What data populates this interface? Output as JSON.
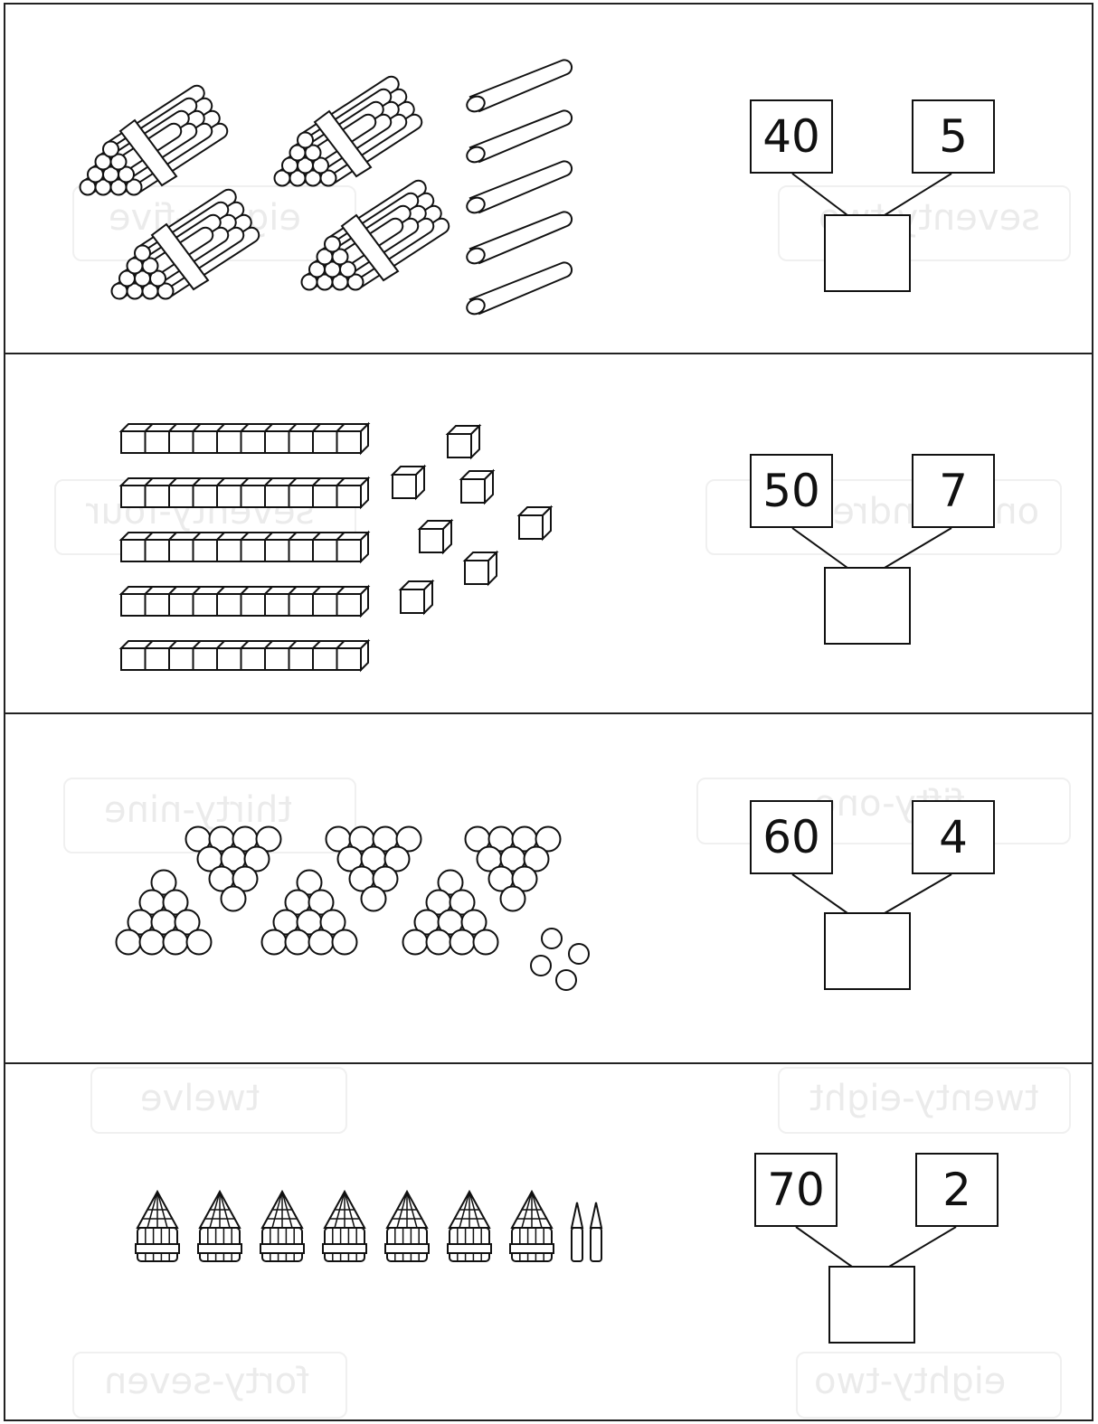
{
  "background_words": [
    "seventy-two",
    "eighty-five",
    "one hundred",
    "seventy-four",
    "fifty-one",
    "thirty-nine",
    "twenty-eight",
    "twelve",
    "eighty-two",
    "forty-seven"
  ],
  "rows": [
    {
      "tens_value": "40",
      "ones_value": "5",
      "answer": "",
      "tens_count": 4,
      "ones_count": 5,
      "picture": "bundles of sticks"
    },
    {
      "tens_value": "50",
      "ones_value": "7",
      "answer": "",
      "tens_count": 5,
      "ones_count": 7,
      "picture": "rods and unit cubes"
    },
    {
      "tens_value": "60",
      "ones_value": "4",
      "answer": "",
      "tens_count": 6,
      "ones_count": 4,
      "picture": "triangles of balls"
    },
    {
      "tens_value": "70",
      "ones_value": "2",
      "answer": "",
      "tens_count": 7,
      "ones_count": 2,
      "picture": "bundles of pencils"
    }
  ]
}
